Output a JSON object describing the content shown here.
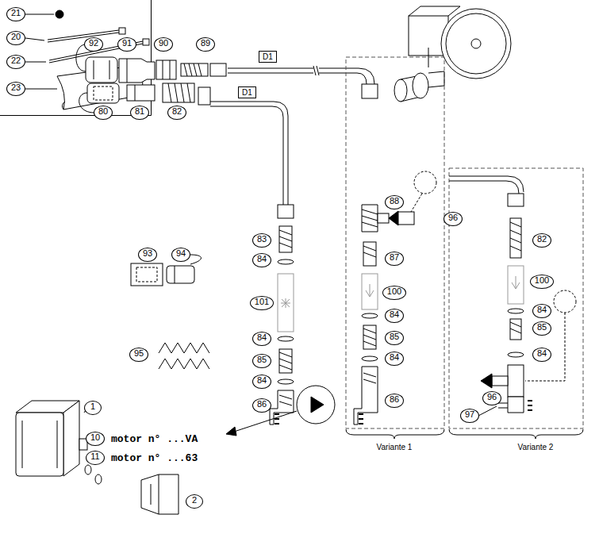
{
  "diagram": {
    "nodes": [
      {
        "text": [
          "D1"
        ]
      },
      {
        "text": [
          "D1"
        ]
      }
    ],
    "labels": [
      "21",
      "20",
      "22",
      "23",
      "92",
      "91",
      "90",
      "89",
      "80",
      "81",
      "82",
      "83",
      "84",
      "101",
      "84",
      "85",
      "84",
      "86",
      "88",
      "96",
      "87",
      "100",
      "84",
      "85",
      "84",
      "86",
      "82",
      "100",
      "84",
      "85",
      "84",
      "96",
      "97",
      "93",
      "94",
      "95",
      "1",
      "10",
      "motor n° ...VA",
      "11",
      "motor n° ...63",
      "2",
      "Variante 1",
      "Variante 2"
    ]
  }
}
